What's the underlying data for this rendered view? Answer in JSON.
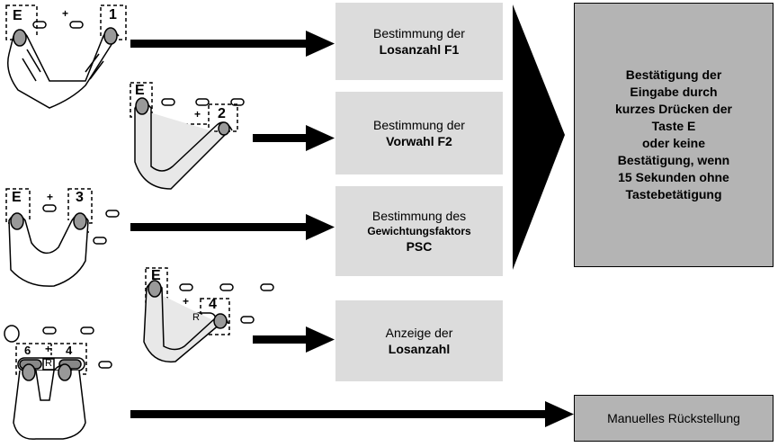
{
  "boxes": [
    {
      "line1": "Bestimmung der",
      "line2": "Losanzahl F1"
    },
    {
      "line1": "Bestimmung der",
      "line2": "Vorwahl F2"
    },
    {
      "line1": "Bestimmung des",
      "line2": "Gewichtungsfaktors",
      "line3": "PSC"
    },
    {
      "line1": "Anzeige der",
      "line2": "Losanzahl"
    }
  ],
  "confirm_box": {
    "lines": [
      "Bestätigung der",
      "Eingabe durch",
      "kurzes Drücken der",
      "Taste E",
      "oder keine",
      "Bestätigung, wenn",
      "15 Sekunden ohne",
      "Tastebetätigung"
    ]
  },
  "reset_box": {
    "label": "Manuelles Rückstellung"
  },
  "keys": {
    "e": "E",
    "one": "1",
    "two": "2",
    "three": "3",
    "four": "4",
    "six": "6",
    "plus": "+",
    "r": "R"
  },
  "colors": {
    "box_light": "#dcdcdc",
    "box_dark": "#b4b4b4",
    "arrow": "#000000"
  }
}
